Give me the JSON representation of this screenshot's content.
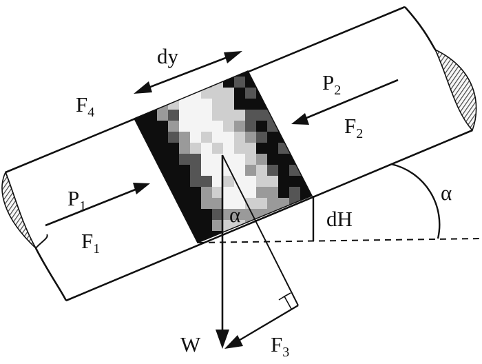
{
  "labels": {
    "dy": "dy",
    "f4": {
      "main": "F",
      "sub": "4"
    },
    "p2": {
      "main": "P",
      "sub": "2"
    },
    "f2": {
      "main": "F",
      "sub": "2"
    },
    "p1": {
      "main": "P",
      "sub": "1"
    },
    "f1": {
      "main": "F",
      "sub": "1"
    },
    "alpha_inner": "α",
    "alpha_outer": "α",
    "dh": "dH",
    "w": "W",
    "f3": {
      "main": "F",
      "sub": "3"
    }
  },
  "colors": {
    "ink": "#111111",
    "hatch": "#555555",
    "element_dark": "#0d0d0d",
    "element_mid": "#8a8a8a",
    "element_light": "#f2f2f2"
  }
}
